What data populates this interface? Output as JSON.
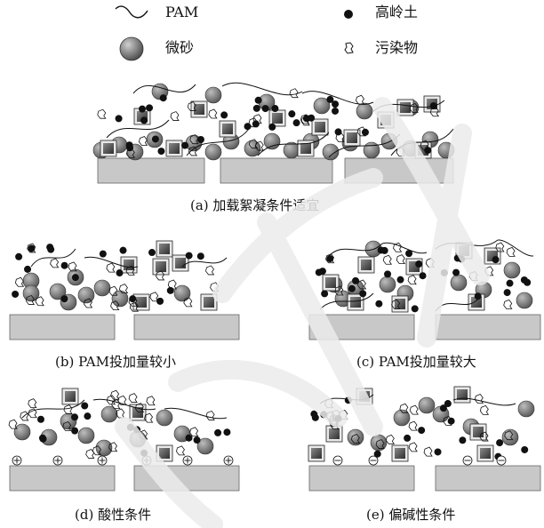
{
  "legend": {
    "pam": "PAM",
    "kaolin": "高岭土",
    "microsand": "微砂",
    "pollutant": "污染物"
  },
  "panels": {
    "a": {
      "caption": "(a) 加载絮凝条件适宜"
    },
    "b": {
      "caption": "(b) PAM投加量较小"
    },
    "c": {
      "caption": "(c) PAM投加量较大"
    },
    "d": {
      "caption": "(d) 酸性条件"
    },
    "e": {
      "caption": "(e) 偏碱性条件"
    }
  },
  "icons": {
    "pam": "wavy-line",
    "kaolin": "black-dot",
    "microsand": "gray-sphere",
    "pollutant": "irregular-outline",
    "floc": "dark-square",
    "surface": "gray-slab",
    "positive_charge": "circle-plus",
    "negative_charge": "circle-minus"
  },
  "colors": {
    "sphere_light": "#bdbdbd",
    "sphere_dark": "#5a5a5a",
    "square_light": "#8a8a8a",
    "square_dark": "#2e2e2e",
    "slab": "#c8c8c8",
    "dot": "#111111"
  }
}
